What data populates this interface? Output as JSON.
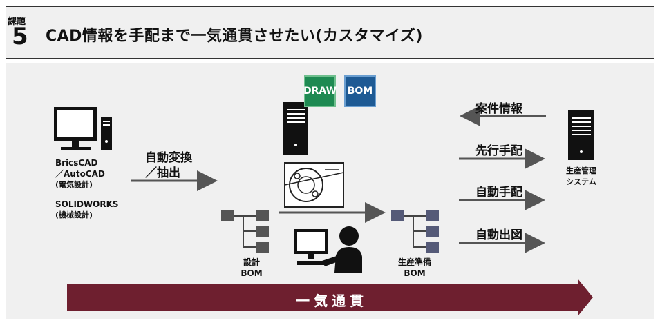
{
  "header": {
    "kadai_label": "課題",
    "kadai_number": "5",
    "title": "CAD情報を手配まで一気通貫させたい(カスタマイズ)"
  },
  "left": {
    "cad1_line1": "BricsCAD",
    "cad1_line2": "／AutoCAD",
    "cad1_sub": "(電気設計)",
    "cad2_line1": "SOLIDWORKS",
    "cad2_sub": "(機械設計)",
    "arrow_label_line1": "自動変換",
    "arrow_label_line2": "／抽出"
  },
  "center": {
    "badge_draw": "DRAW",
    "badge_bom": "BOM",
    "design_bom_line1": "設計",
    "design_bom_line2": "BOM",
    "prod_bom_line1": "生産準備",
    "prod_bom_line2": "BOM"
  },
  "right": {
    "arrow1": "案件情報",
    "arrow2": "先行手配",
    "arrow3": "自動手配",
    "arrow4": "自動出図",
    "system_line1": "生産管理",
    "system_line2": "システム"
  },
  "banner": {
    "text": "一気通貫",
    "color": "#6e1f2f"
  }
}
